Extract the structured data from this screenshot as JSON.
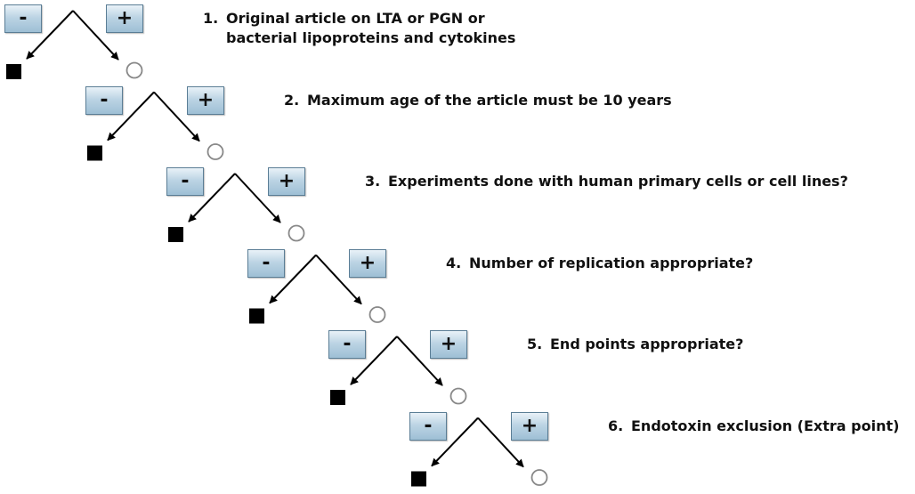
{
  "labels": {
    "minus": "-",
    "plus": "+"
  },
  "colors": {
    "arrow": "#000000",
    "excluded_node": "#000000",
    "included_node": "#888888",
    "box_border": "#5a7d95",
    "box_fill_top": "#e9f2f8",
    "box_fill_bottom": "#9ebfd5"
  },
  "node_meaning": {
    "minus_node": "filled-square",
    "plus_node": "open-circle"
  },
  "steps": [
    {
      "number": "1.",
      "text": "Original article on LTA or PGN or",
      "text2": "bacterial lipoproteins and cytokines"
    },
    {
      "number": "2.",
      "text": "Maximum age of the article must be 10 years",
      "text2": ""
    },
    {
      "number": "3.",
      "text": "Experiments done with human primary cells or cell lines?",
      "text2": ""
    },
    {
      "number": "4.",
      "text": "Number of replication appropriate?",
      "text2": ""
    },
    {
      "number": "5.",
      "text": "End points appropriate?",
      "text2": ""
    },
    {
      "number": "6.",
      "text": "Endotoxin exclusion (Extra point)",
      "text2": ""
    }
  ]
}
